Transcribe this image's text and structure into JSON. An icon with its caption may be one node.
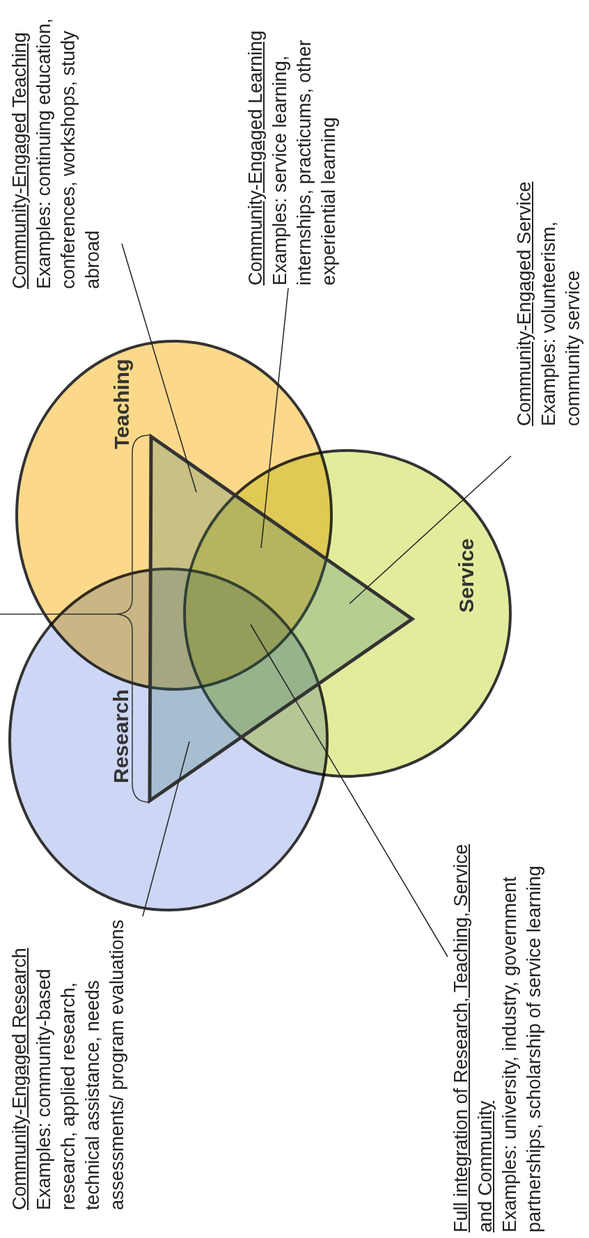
{
  "diagram": {
    "nodes": [
      {
        "text": [
          "Community-Engaged Teaching",
          "Examples: continuing education, conferences, workshops,  study abroad"
        ]
      },
      {
        "text": [
          "Community-Engaged Learning",
          "Examples: service learning, internships, practicums, other experiential learning"
        ]
      },
      {
        "text": [
          "Community-Engaged Service",
          "Examples: volunteerism, community service"
        ]
      },
      {
        "text": [
          "Teaching"
        ]
      },
      {
        "text": [
          "Service"
        ]
      },
      {
        "text": [
          "Research"
        ]
      },
      {
        "text": [
          "Community-Engaged Research",
          "Examples: community-based research, applied research, technical assistance, needs assessments/ program evaluations"
        ]
      },
      {
        "text": [
          "Full integration of Research, Teaching, Service and Community",
          "Examples: university, industry, government partnerships, scholarship of service learning"
        ]
      },
      {
        "text": [],
        "shape": "triangle"
      }
    ],
    "edges": [
      {
        "from": 0,
        "to": 8,
        "arrow": "none"
      },
      {
        "from": 1,
        "to": 8,
        "arrow": "none"
      },
      {
        "from": 2,
        "to": 8,
        "arrow": "none"
      },
      {
        "from": 6,
        "to": 8,
        "arrow": "none"
      },
      {
        "from": 7,
        "to": 8,
        "arrow": "none"
      }
    ]
  }
}
